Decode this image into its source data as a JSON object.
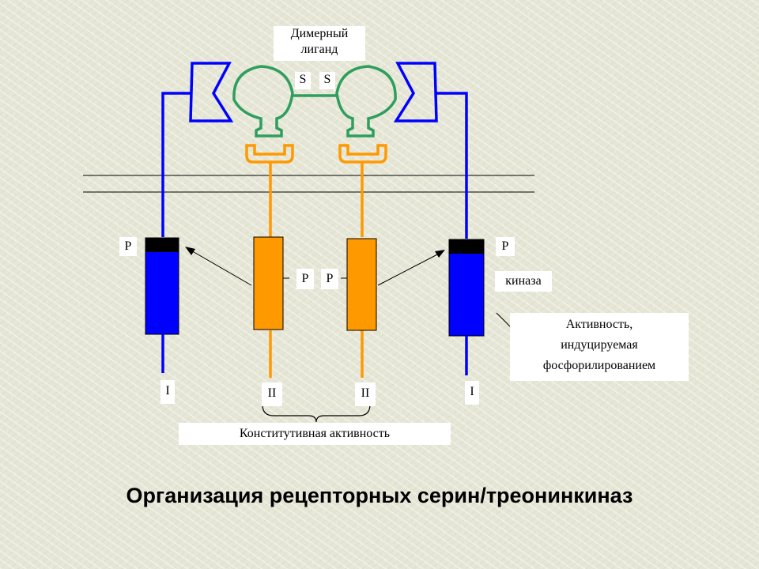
{
  "ligand_label": "Димерный\nлиганд",
  "disulfide": [
    "S",
    "S"
  ],
  "phospho": {
    "left_receptor": "P",
    "left_kinase": "P",
    "right_kinase": "P",
    "right_receptor": "P"
  },
  "receptor_types": {
    "left_i": "I",
    "left_ii": "II",
    "right_ii": "II",
    "right_i": "I"
  },
  "kinase_label": "киназа",
  "activity_note": "Активность,\nиндуцируемая\nфосфорилированием",
  "constitutive_label": "Конститутивная активность",
  "title": "Организация рецепторных серин/треонинкиназ",
  "colors": {
    "type_i": "#0000ff",
    "type_ii": "#ff9900",
    "ligand": "#2e9e5e",
    "p_cap": "#000000"
  }
}
